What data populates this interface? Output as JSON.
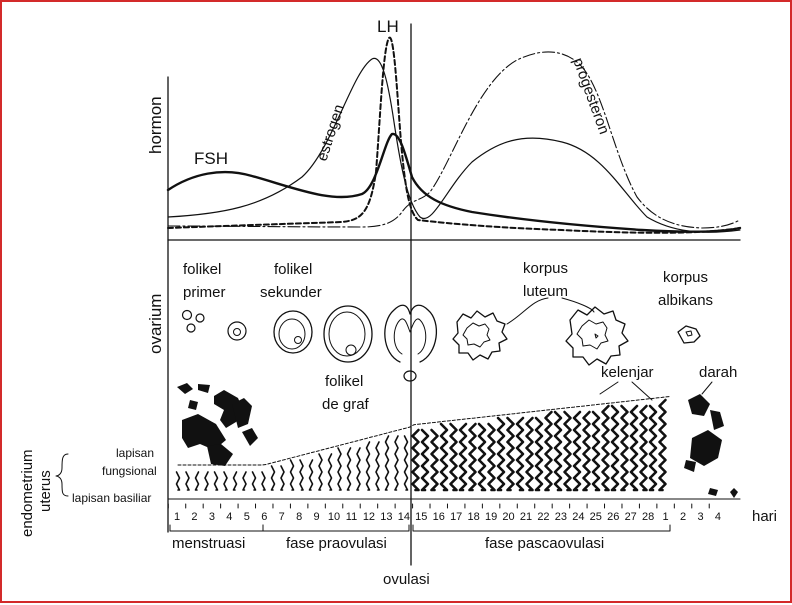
{
  "colors": {
    "frame": "#d32a2a",
    "ink": "#111111"
  },
  "sections": {
    "hormon": "hormon",
    "ovarium": "ovarium",
    "endometrium_line1": "endometrium",
    "endometrium_line2": "uterus"
  },
  "hormones": {
    "fsh": "FSH",
    "lh": "LH",
    "estrogen": "estrogen",
    "progesteron": "progesteron"
  },
  "ovary": {
    "folikel_primer_1": "folikel",
    "folikel_primer_2": "primer",
    "folikel_sekunder_1": "folikel",
    "folikel_sekunder_2": "sekunder",
    "folikel_degraf_1": "folikel",
    "folikel_degraf_2": "de graf",
    "korpus_luteum_1": "korpus",
    "korpus_luteum_2": "luteum",
    "korpus_albikans_1": "korpus",
    "korpus_albikans_2": "albikans"
  },
  "endometrium": {
    "lapisan": "lapisan",
    "fungsional": "fungsional",
    "lapisan_basiliar": "lapisan basiliar",
    "kelenjar": "kelenjar",
    "darah": "darah"
  },
  "days": [
    "1",
    "2",
    "3",
    "4",
    "5",
    "6",
    "7",
    "8",
    "9",
    "10",
    "11",
    "12",
    "13",
    "14",
    "15",
    "16",
    "17",
    "18",
    "19",
    "20",
    "21",
    "22",
    "23",
    "24",
    "25",
    "26",
    "27",
    "28",
    "1",
    "2",
    "3",
    "4"
  ],
  "hari": "hari",
  "phases": {
    "menstruasi": "menstruasi",
    "praovulasi": "fase praovulasi",
    "pascaovulasi": "fase pascaovulasi"
  },
  "ovulasi": "ovulasi"
}
